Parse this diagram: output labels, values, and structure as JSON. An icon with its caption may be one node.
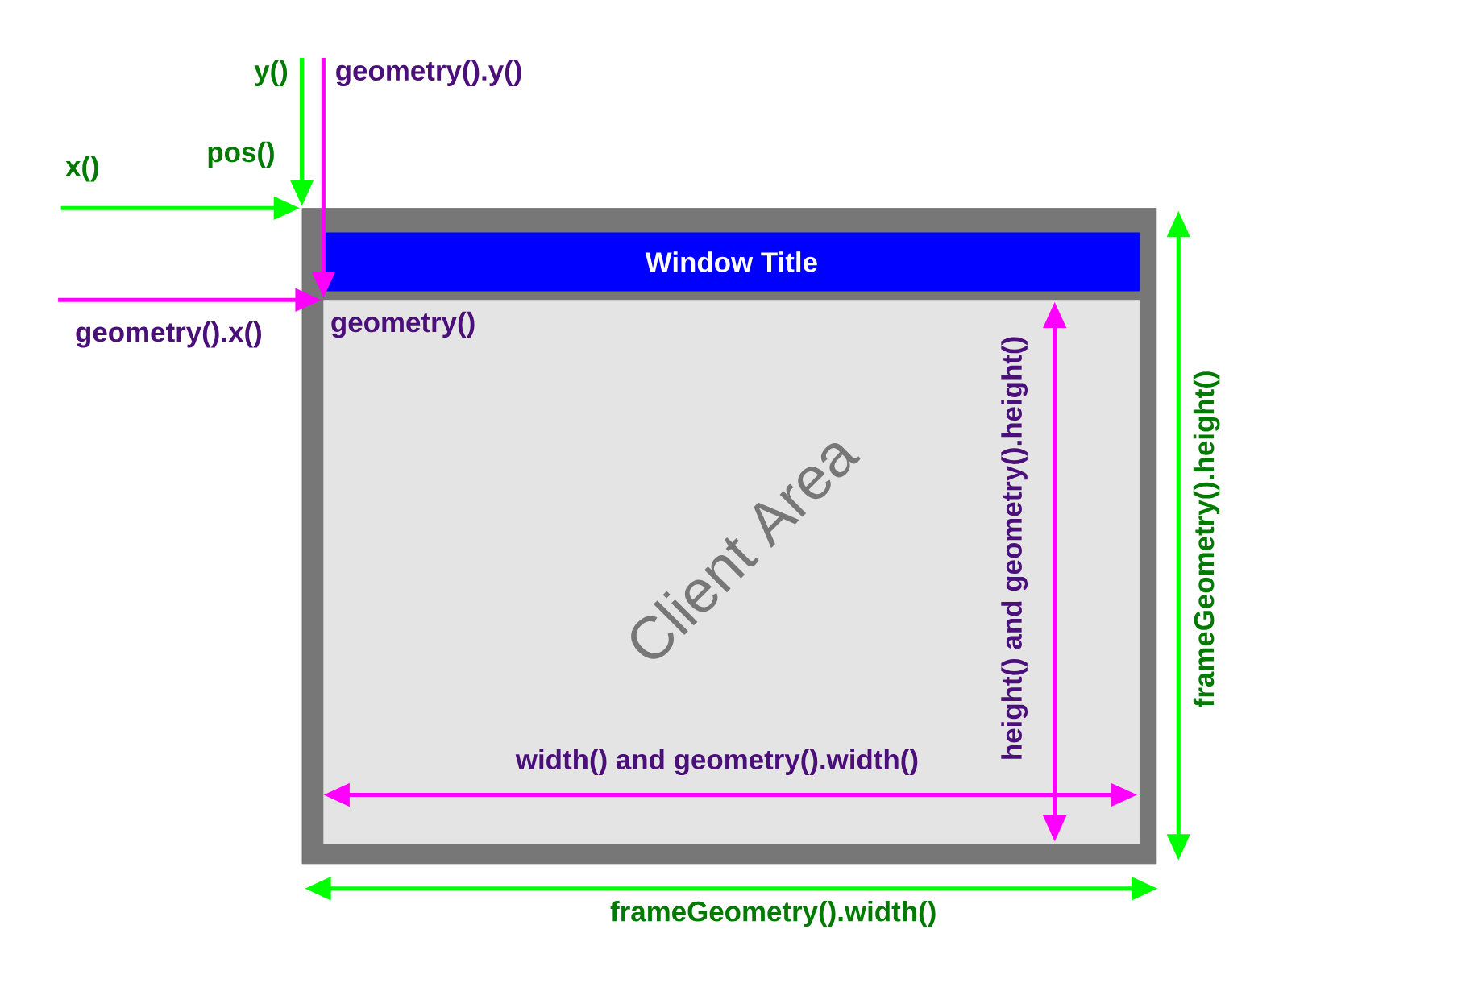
{
  "diagram": {
    "nodes": [
      {
        "text": [],
        "shape": "box"
      },
      {
        "text": [
          "Window Title"
        ],
        "in": 0
      },
      {
        "text": [
          "geometry()",
          "Client Area"
        ],
        "in": 0
      }
    ],
    "labels": [
      "y()",
      "geometry().y()",
      "x()",
      "pos()",
      "geometry().x()",
      "width() and geometry().width()",
      "height() and geometry().height()",
      "frameGeometry().height()",
      "frameGeometry().width()"
    ]
  }
}
